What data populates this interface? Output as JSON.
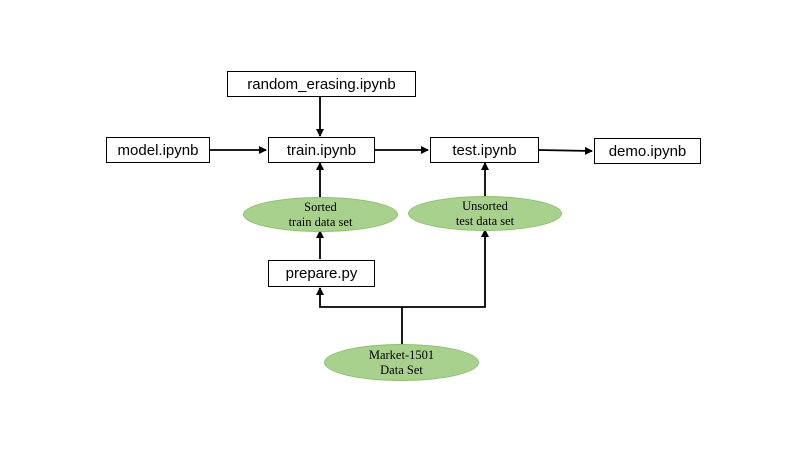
{
  "colors": {
    "box_border": "#000000",
    "box_fill": "#ffffff",
    "ellipse_fill": "#a9d18e",
    "edge": "#000000"
  },
  "nodes": {
    "random_erasing": {
      "label": "random_erasing.ipynb"
    },
    "model": {
      "label": "model.ipynb"
    },
    "train": {
      "label": "train.ipynb"
    },
    "test": {
      "label": "test.ipynb"
    },
    "demo": {
      "label": "demo.ipynb"
    },
    "prepare": {
      "label": "prepare.py"
    },
    "sorted_train": {
      "lines": [
        "Sorted",
        "train data set"
      ]
    },
    "unsorted_test": {
      "lines": [
        "Unsorted",
        "test data set"
      ]
    },
    "market": {
      "lines": [
        "Market-1501",
        "Data Set"
      ]
    }
  },
  "edges": [
    {
      "from": "random_erasing",
      "to": "train"
    },
    {
      "from": "model",
      "to": "train"
    },
    {
      "from": "train",
      "to": "test"
    },
    {
      "from": "test",
      "to": "demo"
    },
    {
      "from": "sorted_train",
      "to": "train"
    },
    {
      "from": "unsorted_test",
      "to": "test"
    },
    {
      "from": "prepare",
      "to": "sorted_train"
    },
    {
      "from": "market",
      "to": "prepare"
    },
    {
      "from": "market",
      "to": "unsorted_test"
    }
  ]
}
